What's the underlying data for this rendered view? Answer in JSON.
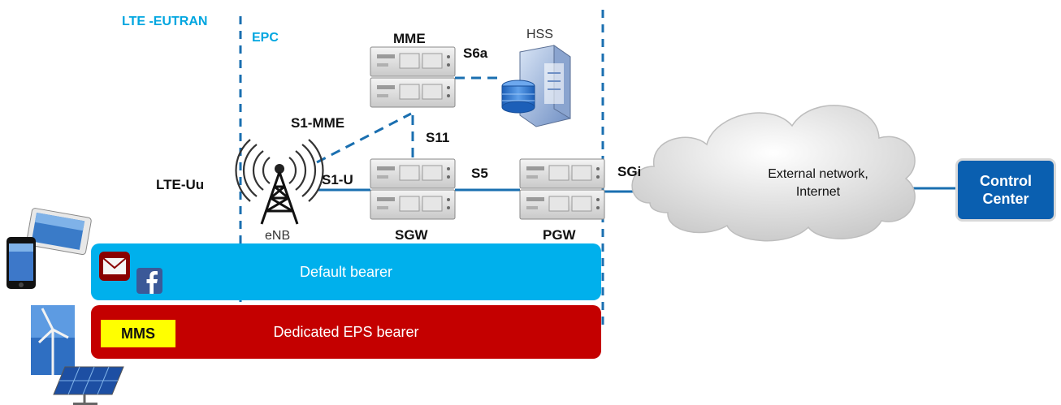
{
  "labels": {
    "lte_eutran": "LTE -EUTRAN",
    "epc": "EPC",
    "mme": "MME",
    "hss": "HSS",
    "s6a": "S6a",
    "s1_mme": "S1-MME",
    "s11": "S11",
    "s1_u": "S1-U",
    "s5": "S5",
    "sgi": "SGi",
    "lte_uu": "LTE-Uu",
    "enb": "eNB",
    "sgw": "SGW",
    "pgw": "PGW"
  },
  "cloud": {
    "line1": "External network,",
    "line2": "Internet"
  },
  "control_center": {
    "line1": "Control",
    "line2": "Center"
  },
  "bearers": {
    "default": "Default bearer",
    "dedicated": "Dedicated EPS bearer",
    "mms": "MMS"
  },
  "colors": {
    "default_bearer": "#00b0ec",
    "dedicated_bearer": "#c40000",
    "control_center": "#0a5fb0",
    "link": "#1a6fb0",
    "boundary": "#1a6fb0"
  },
  "icons": {
    "server": "server-icon",
    "database": "database-server-icon",
    "antenna": "cell-tower-icon",
    "cloud": "cloud-icon",
    "mail": "mail-icon",
    "facebook": "facebook-icon",
    "tablet": "tablet-icon",
    "phone": "phone-icon",
    "wind_turbine": "wind-turbine-icon",
    "solar_panel": "solar-panel-icon"
  }
}
